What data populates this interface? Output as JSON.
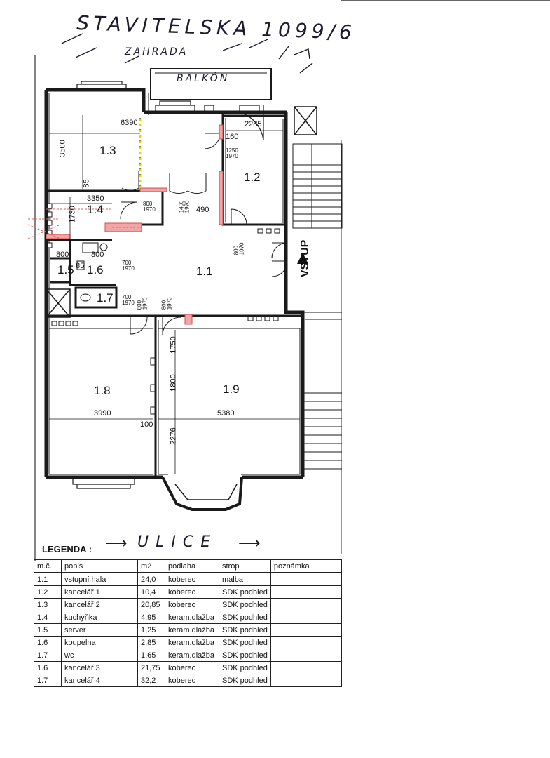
{
  "handwriting": {
    "title": "STAVITELSKA 1099/6",
    "garden": "ZAHRADA",
    "balcony": "BALKÓN",
    "street": "ULICE"
  },
  "entry": "VSTUP",
  "rooms": [
    "1.1",
    "1.2",
    "1.3",
    "1.4",
    "1.5",
    "1.6",
    "1.7",
    "1.8",
    "1.9"
  ],
  "dimensions": {
    "d6390": "6390",
    "d3500": "3500",
    "d85a": "85",
    "d3350": "3350",
    "d1730": "1730",
    "d2285": "2285",
    "d160": "160",
    "d1250": "1250",
    "d1970a": "1970",
    "d800a": "800",
    "d1970b": "1970",
    "d1450": "1450",
    "d1970c": "1970",
    "d490": "490",
    "d800v": "800",
    "d1970v": "1970",
    "d800b": "800",
    "d800c": "800",
    "d85b": "85",
    "d700a": "700",
    "d1970d": "1970",
    "d700b": "700",
    "d1970e": "1970",
    "d800d": "800",
    "d1970f": "1970",
    "d800e": "800",
    "d1970g": "1970",
    "d1750": "1750",
    "d1800": "1800",
    "d3990": "3990",
    "d5380": "5380",
    "d100": "100",
    "d2276": "2276"
  },
  "legend": {
    "title": "LEGENDA :",
    "headers": [
      "m.č.",
      "popis",
      "m2",
      "podlaha",
      "strop",
      "poznámka"
    ],
    "rows": [
      [
        "1.1",
        "vstupní hala",
        "24,0",
        "koberec",
        "malba",
        ""
      ],
      [
        "1.2",
        "kancelář 1",
        "10,4",
        "koberec",
        "SDK podhled",
        ""
      ],
      [
        "1.3",
        "kancelář 2",
        "20,85",
        "koberec",
        "SDK podhled",
        ""
      ],
      [
        "1.4",
        "kuchyňka",
        "4,95",
        "keram.dlažba",
        "SDK podhled",
        ""
      ],
      [
        "1.5",
        "server",
        "1,25",
        "keram.dlažba",
        "SDK podhled",
        ""
      ],
      [
        "1.6",
        "koupelna",
        "2,85",
        "keram.dlažba",
        "SDK podhled",
        ""
      ],
      [
        "1.7",
        "wc",
        "1,65",
        "keram.dlažba",
        "SDK podhled",
        ""
      ],
      [
        "1.6",
        "kancelář 3",
        "21,75",
        "koberec",
        "SDK podhled",
        ""
      ],
      [
        "1.7",
        "kancelář 4",
        "32,2",
        "koberec",
        "SDK podhled",
        ""
      ]
    ]
  },
  "colors": {
    "line": "#1a1a1a",
    "highlight": "#f2a5a5",
    "ink": "#1c1c2e"
  }
}
